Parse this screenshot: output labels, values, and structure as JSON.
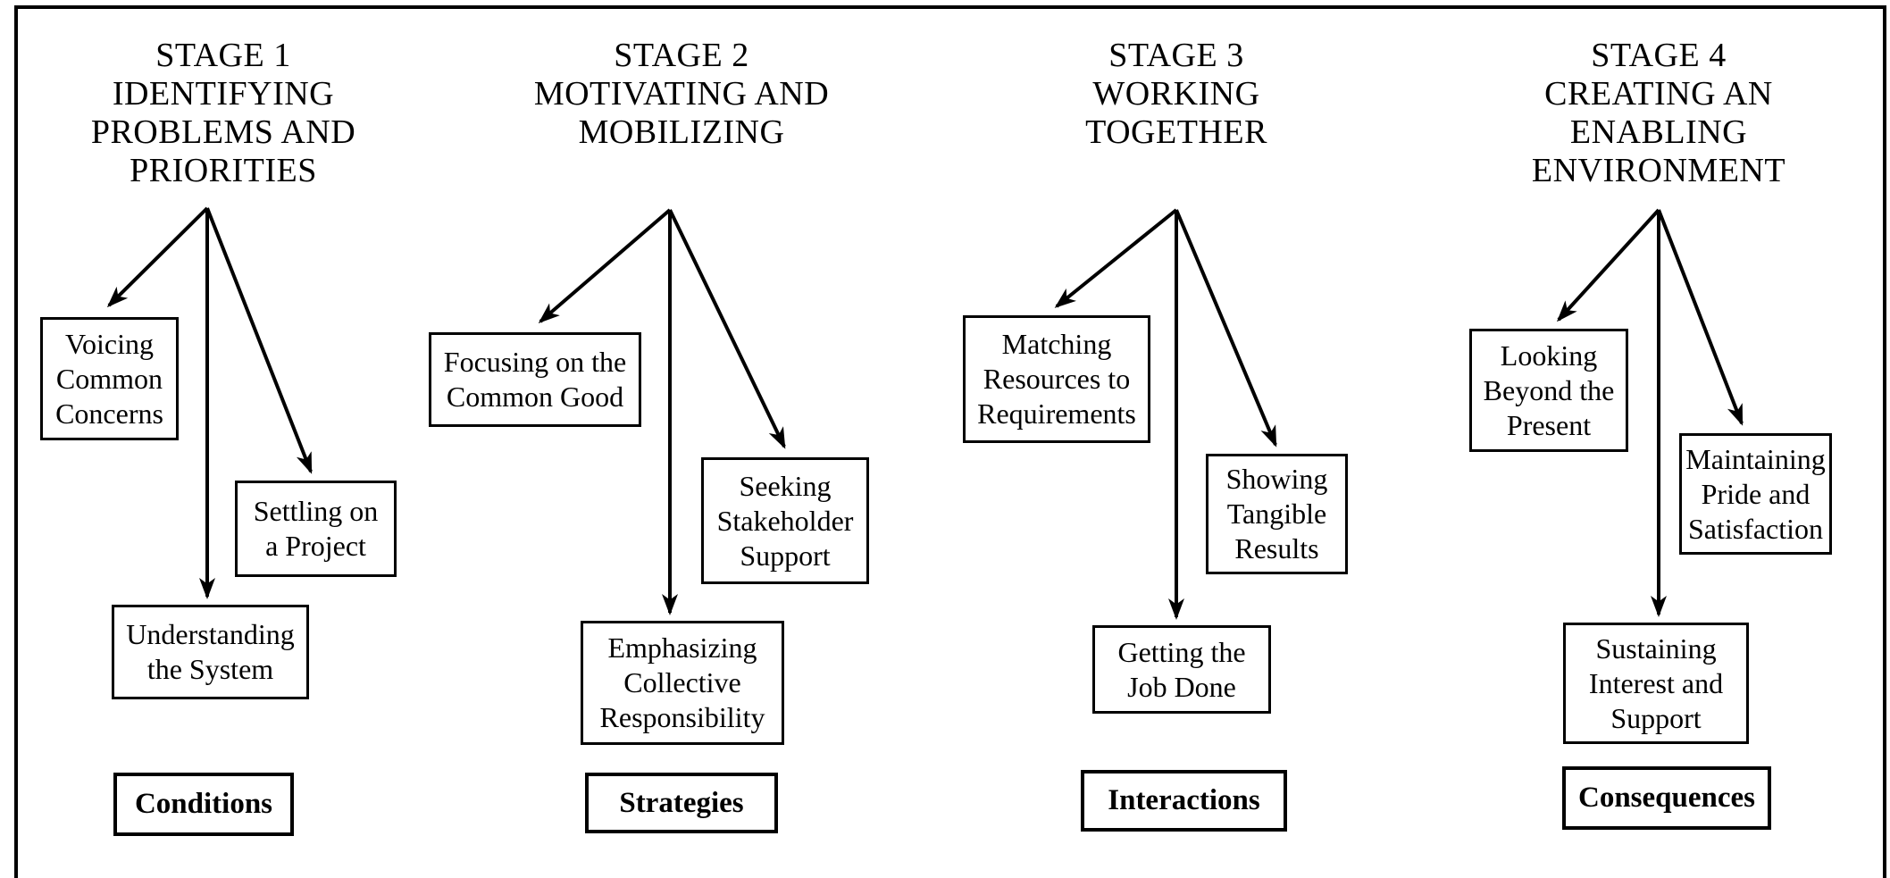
{
  "diagram": {
    "colors": {
      "ink": "#000000",
      "background": "#ffffff"
    },
    "stages": [
      {
        "title": "STAGE 1\nIDENTIFYING\nPROBLEMS AND\nPRIORITIES",
        "branch_left": "Voicing\nCommon\nConcerns",
        "branch_right": "Settling on\na Project",
        "branch_bottom": "Understanding\nthe System",
        "category": "Conditions"
      },
      {
        "title": "STAGE 2\nMOTIVATING AND\nMOBILIZING",
        "branch_left": "Focusing on the\nCommon Good",
        "branch_right": "Seeking\nStakeholder\nSupport",
        "branch_bottom": "Emphasizing\nCollective\nResponsibility",
        "category": "Strategies"
      },
      {
        "title": "STAGE 3\nWORKING\nTOGETHER",
        "branch_left": "Matching\nResources to\nRequirements",
        "branch_right": "Showing\nTangible\nResults",
        "branch_bottom": "Getting the\nJob Done",
        "category": "Interactions"
      },
      {
        "title": "STAGE 4\nCREATING AN\nENABLING\nENVIRONMENT",
        "branch_left": "Looking\nBeyond the\nPresent",
        "branch_right": "Maintaining\nPride and\nSatisfaction",
        "branch_bottom": "Sustaining\nInterest and\nSupport",
        "category": "Consequences"
      }
    ]
  }
}
